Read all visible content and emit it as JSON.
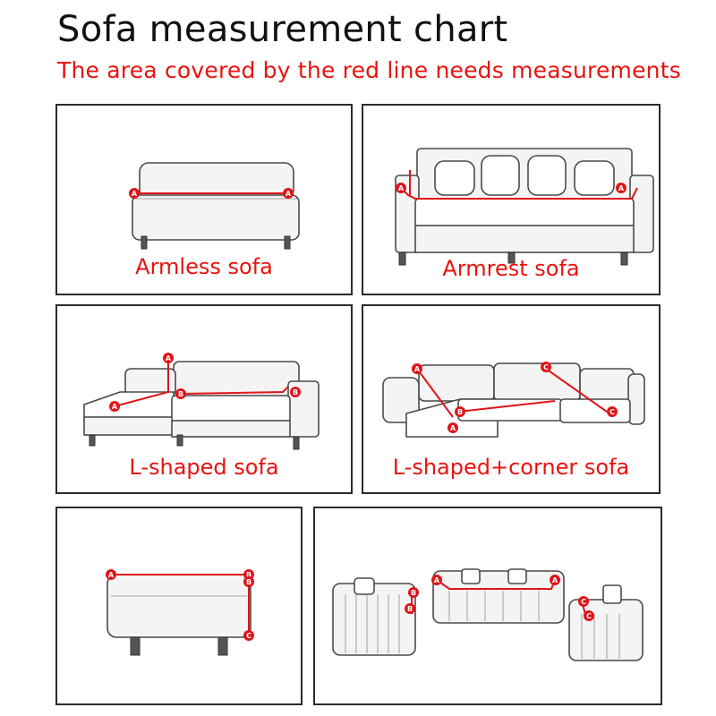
{
  "header": {
    "title": "Sofa measurement chart",
    "subtitle": "The area covered by the red line needs measurements"
  },
  "panels": [
    {
      "caption": "Armless sofa",
      "markers": [
        "A",
        "A"
      ]
    },
    {
      "caption": "Armrest sofa",
      "markers": [
        "A",
        "A"
      ]
    },
    {
      "caption": "L-shaped sofa",
      "markers": [
        "A",
        "A",
        "B",
        "B"
      ]
    },
    {
      "caption": "L-shaped+corner sofa",
      "markers": [
        "A",
        "A",
        "B",
        "C",
        "C"
      ]
    },
    {
      "caption": "",
      "markers": [
        "A",
        "B",
        "B",
        "C"
      ]
    },
    {
      "caption": "",
      "markers": [
        "A",
        "A",
        "B",
        "B",
        "C",
        "C"
      ]
    }
  ],
  "colors": {
    "accent": "#e8130f",
    "frame": "#2b2b2b",
    "sketch": "#4a4a4a"
  }
}
